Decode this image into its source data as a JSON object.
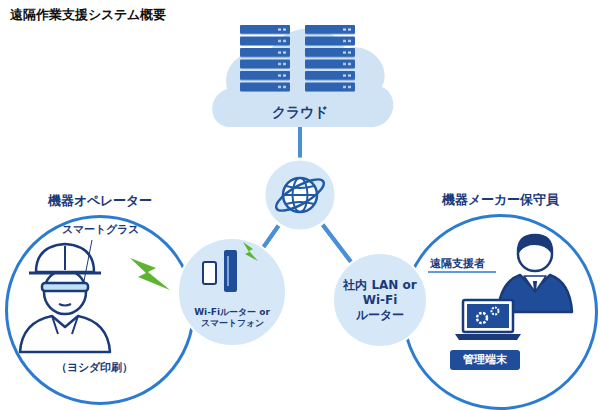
{
  "diagram": {
    "title": "遠隔作業支援システム概要",
    "nodes": [
      {
        "text": [
          "クラウド"
        ]
      },
      {
        "text": [
          "機器オペレーター"
        ]
      },
      {
        "text": [
          "Wi-Fiルーター or スマートフォン"
        ]
      },
      {
        "text": [
          "機器メーカー保守員"
        ]
      },
      {
        "text": [
          "社内 LAN or Wi-Fi ルーター"
        ]
      },
      {
        "text": [
          "管理端末"
        ],
        "in": 3
      }
    ],
    "edges": [
      {
        "from": 0,
        "to": 2,
        "arrow": "none"
      },
      {
        "from": 0,
        "to": 4,
        "arrow": "none"
      },
      {
        "from": 2,
        "to": 4,
        "arrow": "none"
      }
    ],
    "labels": [
      "スマートグラス",
      "（ヨシダ印刷）",
      "遠隔支援者"
    ]
  }
}
